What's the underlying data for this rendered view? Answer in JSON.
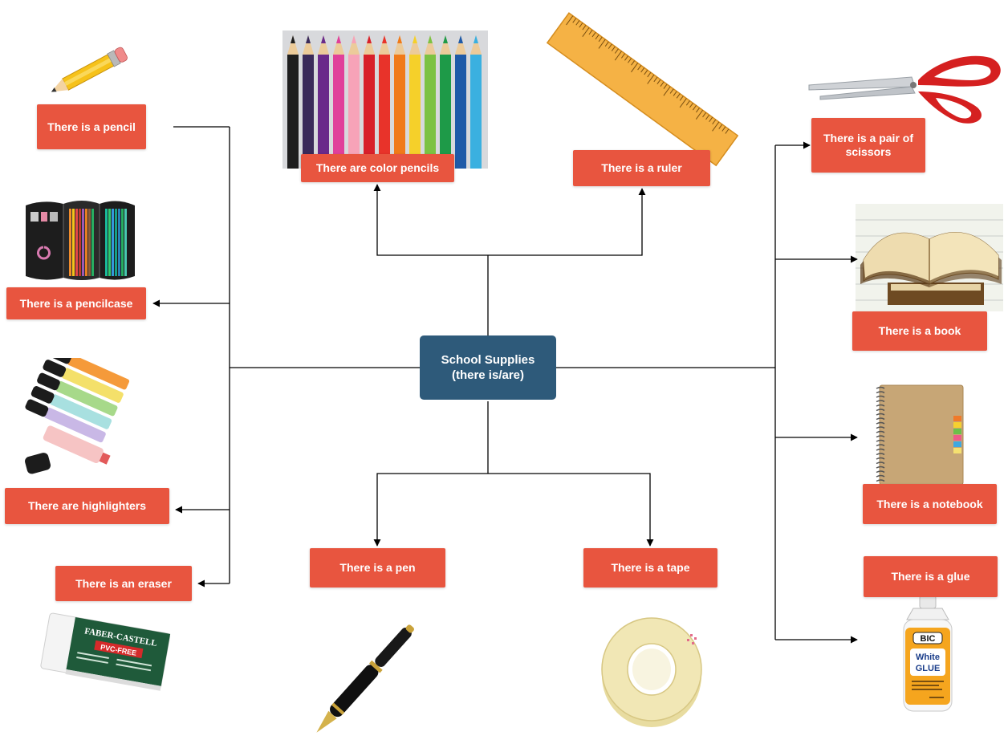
{
  "center": {
    "line1": "School Supplies",
    "line2": "(there is/are)"
  },
  "colors": {
    "center_fill": "#2e5a7a",
    "node_fill": "#e8553f",
    "connector": "#000000"
  },
  "nodes": {
    "pencil": {
      "label": "There is a pencil",
      "icon": "pencil-icon"
    },
    "pencilcase": {
      "label": "There is a pencilcase",
      "icon": "pencil-case-icon"
    },
    "highlighters": {
      "label": "There are highlighters",
      "icon": "highlighters-icon"
    },
    "eraser": {
      "label": "There is an eraser",
      "icon": "eraser-icon"
    },
    "color_pencils": {
      "label": "There are color pencils",
      "icon": "color-pencils-icon"
    },
    "ruler": {
      "label": "There is a ruler",
      "icon": "ruler-icon"
    },
    "pen": {
      "label": "There is a pen",
      "icon": "fountain-pen-icon"
    },
    "tape": {
      "label": "There is a tape",
      "icon": "tape-roll-icon"
    },
    "scissors": {
      "label": "There is a pair of scissors",
      "icon": "scissors-icon"
    },
    "book": {
      "label": "There is a book",
      "icon": "book-icon"
    },
    "notebook": {
      "label": "There is a notebook",
      "icon": "notebook-icon"
    },
    "glue": {
      "label": "There is a glue",
      "icon": "glue-bottle-icon"
    }
  },
  "images": {
    "eraser_brand": "FABER-CASTELL",
    "eraser_badge": "PVC-FREE",
    "glue_brand": "BIC",
    "glue_name_1": "White",
    "glue_name_2": "GLUE"
  }
}
